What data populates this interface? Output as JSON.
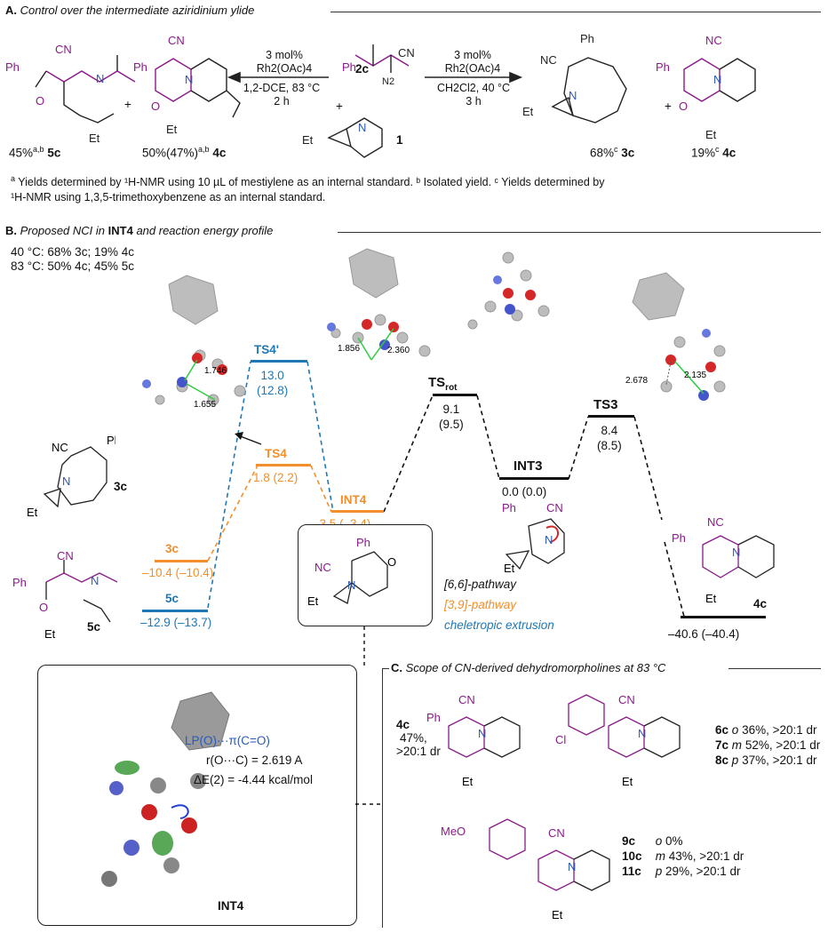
{
  "sectionA": {
    "letter": "A.",
    "title": "Control over the intermediate aziridinium ylide",
    "left_conditions": [
      "3 mol%",
      "Rh2(OAc)4",
      "1,2-DCE, 83 °C",
      "2 h"
    ],
    "right_conditions": [
      "3 mol%",
      "Rh2(OAc)4",
      "CH2Cl2, 40 °C",
      "3 h"
    ],
    "reagent": "2c",
    "substrate": "1",
    "plus": "+",
    "yield_5c": "45%",
    "yield_5c_sup": "a,b",
    "label_5c": "5c",
    "yield_4c_left": "50%(47%)",
    "yield_4c_left_sup": "a,b",
    "label_4c": "4c",
    "yield_3c": "68%",
    "yield_3c_sup": "c",
    "label_3c": "3c",
    "yield_4c_right": "19%",
    "yield_4c_right_sup": "c",
    "footnote_line1": "Yields determined by ¹H-NMR using 10 µL of mestiylene as an internal standard. ᵇ Isolated yield. ᶜ Yields determined by",
    "footnote_line2": "¹H-NMR using 1,3,5-trimethoxybenzene as an internal standard."
  },
  "sectionB": {
    "letter": "B.",
    "title": "Proposed NCI in",
    "title_bold": "INT4",
    "title_tail": "and reaction energy profile",
    "cond1": "40 °C: 68% 3c; 19% 4c",
    "cond2": "83 °C: 50% 4c; 45% 5c",
    "levels": {
      "TS4p": {
        "name": "TS4'",
        "e1": "13.0",
        "e2": "(12.8)"
      },
      "TS4": {
        "name": "TS4",
        "e": "1.8 (2.2)"
      },
      "INT4": {
        "name": "INT4",
        "e": "–3.5 (–3.4)"
      },
      "TSrot": {
        "name": "TS",
        "sub": "rot",
        "e1": "9.1",
        "e2": "(9.5)"
      },
      "INT3": {
        "name": "INT3",
        "e": "0.0 (0.0)"
      },
      "TS3": {
        "name": "TS3",
        "e1": "8.4",
        "e2": "(8.5)"
      },
      "P3c": {
        "name": "3c",
        "e": "–10.4 (–10.4)"
      },
      "P5c": {
        "name": "5c",
        "e": "–12.9 (–13.7)"
      },
      "P4c": {
        "e": "–40.6 (–40.4)"
      }
    },
    "distances": {
      "ts4p_a": "1.746",
      "ts4p_b": "1.655",
      "int4_a": "1.856",
      "int4_b": "2.360",
      "ts3_a": "2.678",
      "ts3_b": "2.135"
    },
    "legend": [
      "[6,6]-pathway",
      "[3,9]-pathway",
      "cheletropic extrusion"
    ],
    "nci": {
      "line1": "LP(O)···π(C=O)",
      "line2": "r(O···C) = 2.619 A",
      "line3": "ΔE(2) = -4.44 kcal/mol",
      "label": "INT4"
    },
    "mol_labels": {
      "m3c": "3c",
      "m5c": "5c",
      "m4c": "4c"
    }
  },
  "sectionC": {
    "letter": "C.",
    "title": "Scope of CN-derived dehydromorpholines at 83 °C",
    "entry_4c": [
      "4c",
      "47%,",
      ">20:1 dr"
    ],
    "series1": [
      {
        "id": "6c",
        "pos": "o",
        "res": "36%, >20:1 dr"
      },
      {
        "id": "7c",
        "pos": "m",
        "res": "52%, >20:1 dr"
      },
      {
        "id": "8c",
        "pos": "p",
        "res": "37%, >20:1 dr"
      }
    ],
    "series2": [
      {
        "id": "9c",
        "pos": "o",
        "res": "0%"
      },
      {
        "id": "10c",
        "pos": "m",
        "res": "43%, >20:1 dr"
      },
      {
        "id": "11c",
        "pos": "p",
        "res": "29%, >20:1 dr"
      }
    ]
  },
  "atoms": {
    "CN": "CN",
    "NC": "NC",
    "Ph": "Ph",
    "Et": "Et",
    "N": "N",
    "O": "O",
    "Cl": "Cl",
    "MeO": "MeO",
    "N2": "N2"
  },
  "colors": {
    "blue": "#1f77b4",
    "orange": "#f28e2b",
    "black": "#111111",
    "purple": "#8b1a89",
    "nitrogen": "#2a59b8"
  }
}
